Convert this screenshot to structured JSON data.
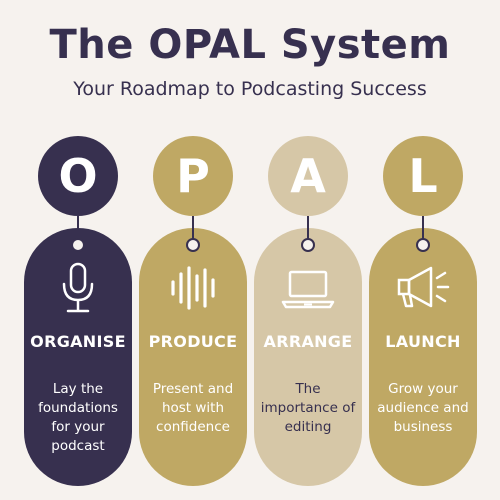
{
  "header": {
    "title": "The OPAL System",
    "subtitle": "Your Roadmap to Podcasting Success"
  },
  "colors": {
    "dark": "#37304f",
    "gold": "#bfa864",
    "beige": "#d6c7a7",
    "background": "#f6f2ee",
    "text_light": "#ffffff"
  },
  "steps": [
    {
      "letter": "O",
      "label": "ORGANISE",
      "description": "Lay the foundations for your podcast",
      "icon": "microphone-icon",
      "color": "#37304f"
    },
    {
      "letter": "P",
      "label": "PRODUCE",
      "description": "Present and host with confidence",
      "icon": "sound-wave-icon",
      "color": "#bfa864"
    },
    {
      "letter": "A",
      "label": "ARRANGE",
      "description": "The importance of editing",
      "icon": "laptop-icon",
      "color": "#d6c7a7"
    },
    {
      "letter": "L",
      "label": "LAUNCH",
      "description": "Grow your audience and business",
      "icon": "megaphone-icon",
      "color": "#bfa864"
    }
  ]
}
